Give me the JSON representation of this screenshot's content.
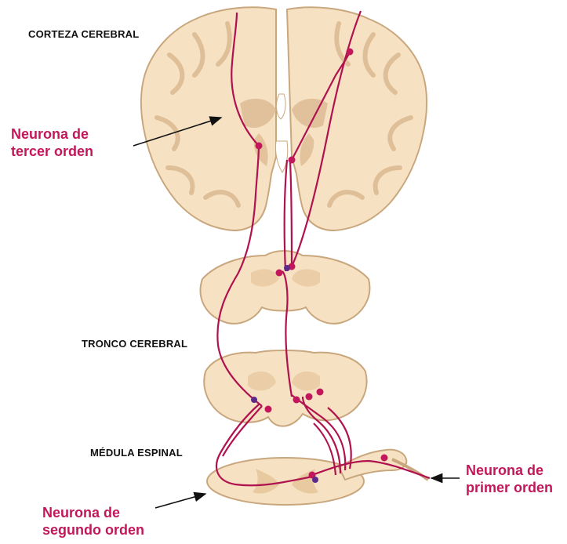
{
  "diagram": {
    "regions": {
      "cortex": "CORTEZA CEREBRAL",
      "brainstem": "TRONCO CEREBRAL",
      "spinal_cord": "MÉDULA ESPINAL"
    },
    "neurons": {
      "third_order": {
        "line1": "Neurona  de",
        "line2": "tercer orden"
      },
      "first_order": {
        "line1": "Neurona de",
        "line2": "primer orden"
      },
      "second_order": {
        "line1": "Neurona de",
        "line2": "segundo orden"
      }
    },
    "colors": {
      "tissue": "#f6e2c2",
      "tissue_edge": "#c9a77e",
      "gray_matter": "#e8c9a0",
      "pathway": "#b0124f",
      "neuron_body": "#c2185b",
      "label": "#c2185b"
    }
  }
}
